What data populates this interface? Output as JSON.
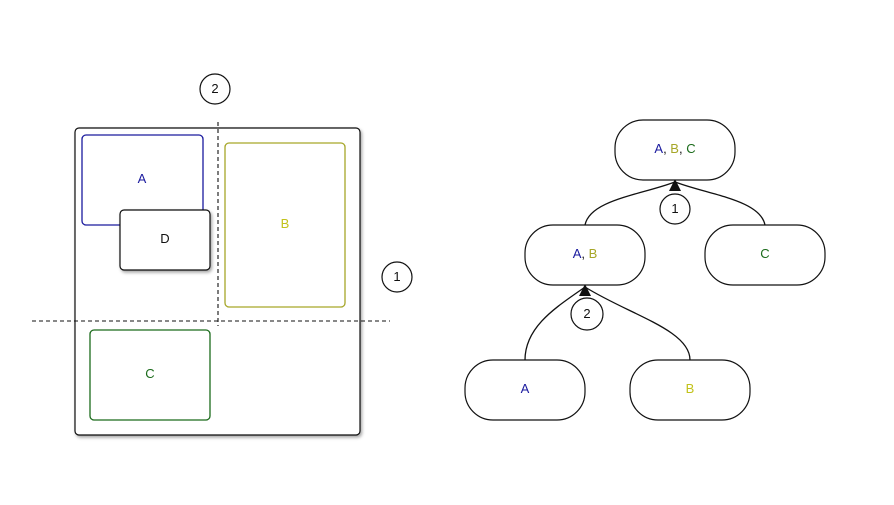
{
  "colors": {
    "a": "#1a1a9e",
    "b": "#c2c21a",
    "b_border": "#a6a628",
    "c": "#1b6b1b",
    "d": "#111111",
    "sep": "#333333"
  },
  "left": {
    "regions": {
      "a": "A",
      "b": "B",
      "c": "C",
      "d": "D"
    },
    "split_markers": {
      "vertical": "2",
      "horizontal": "1"
    }
  },
  "tree": {
    "root": {
      "a": "A",
      "b": "B",
      "c": "C",
      "sep": ", "
    },
    "mid_ab": {
      "a": "A",
      "b": "B",
      "sep": ", "
    },
    "mid_c": "C",
    "leaf_a": "A",
    "leaf_b": "B",
    "merge_markers": {
      "top": "1",
      "bottom": "2"
    }
  }
}
